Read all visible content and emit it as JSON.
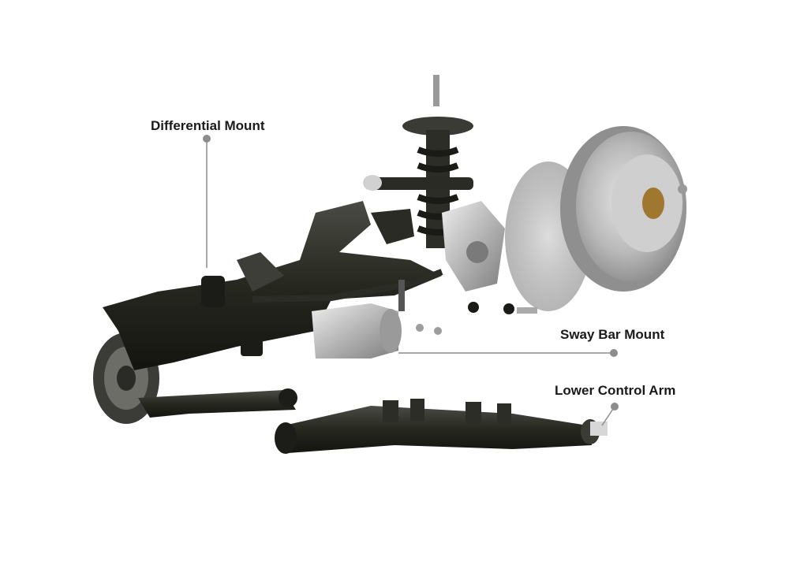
{
  "callouts": {
    "differential_mount": "Differential Mount",
    "sway_bar_mount": "Sway Bar Mount",
    "lower_control_arm": "Lower Control Arm"
  },
  "colors": {
    "background": "#ffffff",
    "leader_line": "#8c8c8c",
    "frame_dark": "#2a2b26",
    "metal_light": "#c9c9c9",
    "rotor": "#b8b8b8"
  },
  "illustration": "rear-suspension-exploded-view"
}
